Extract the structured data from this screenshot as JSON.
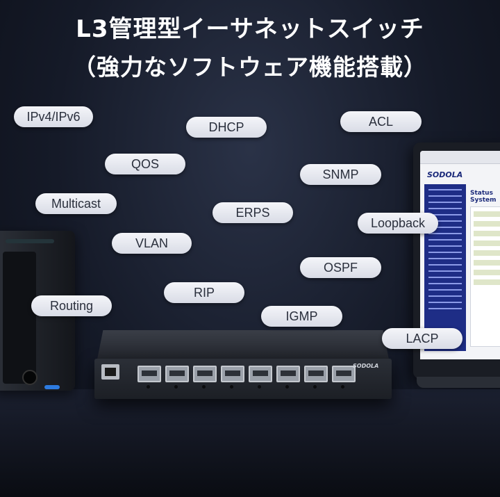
{
  "header": {
    "line1": "L3管理型イーサネットスイッチ",
    "line2": "（強力なソフトウェア機能搭載）"
  },
  "features": [
    {
      "label": "IPv4/IPv6"
    },
    {
      "label": "DHCP"
    },
    {
      "label": "ACL"
    },
    {
      "label": "QOS"
    },
    {
      "label": "SNMP"
    },
    {
      "label": "Multicast"
    },
    {
      "label": "ERPS"
    },
    {
      "label": "Loopback"
    },
    {
      "label": "VLAN"
    },
    {
      "label": "OSPF"
    },
    {
      "label": "Routing"
    },
    {
      "label": "RIP"
    },
    {
      "label": "IGMP"
    },
    {
      "label": "LACP"
    }
  ],
  "laptop_screen": {
    "logo": "SODOLA",
    "tab1": "Status",
    "tab2": "System"
  },
  "switch_brand": "SODOLA",
  "colors": {
    "pill_text": "#2a2f3c",
    "pill_bg": "#eef0f5",
    "screen_nav": "#1e2d86"
  }
}
